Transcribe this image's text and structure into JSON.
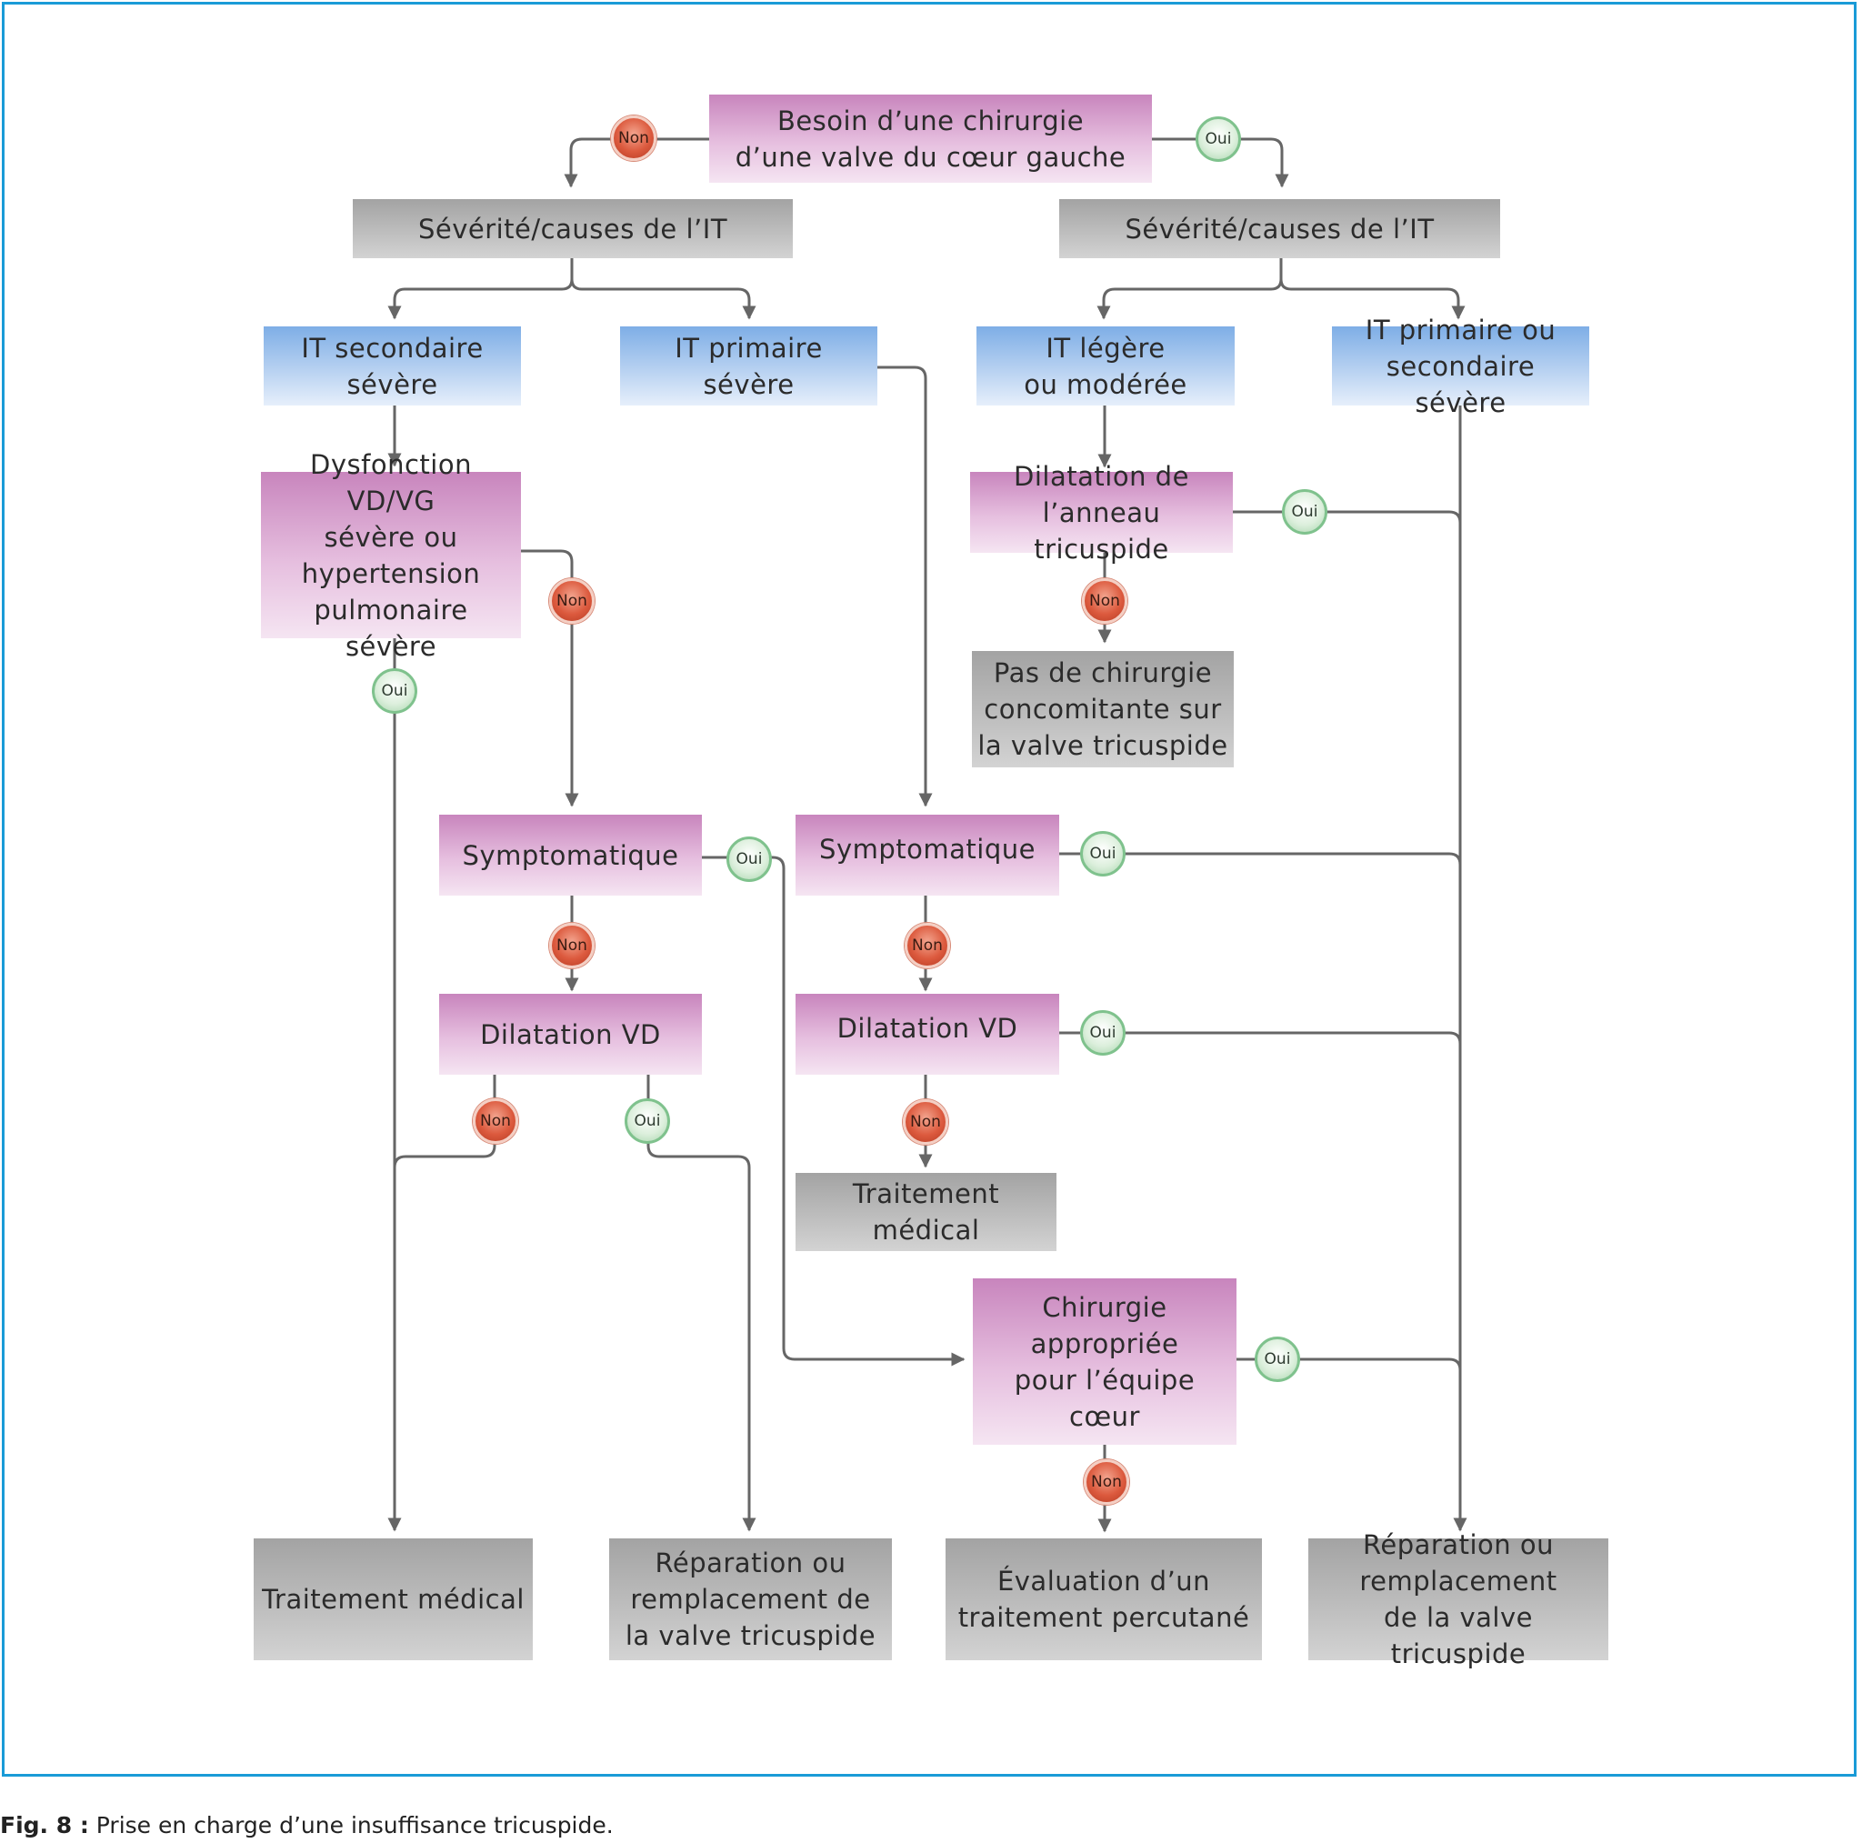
{
  "nodes": {
    "need_surgery": "Besoin d’une chirurgie\nd’une valve du cœur gauche",
    "severity_left": "Sévérité/causes de l’IT",
    "severity_right": "Sévérité/causes de l’IT",
    "it_secondary_severe": "IT secondaire\nsévère",
    "it_primary_severe": "IT primaire\nsévère",
    "it_mild_moderate": "IT légère\nou modérée",
    "it_primary_or_secondary": "IT primaire ou\nsecondaire sévère",
    "dysfunction": "Dysfonction VD/VG\nsévère ou\nhypertension\npulmonaire sévère",
    "annulus_dilation": "Dilatation de\nl’anneau tricuspide",
    "no_concomitant_surgery": "Pas de chirurgie\nconcomitante sur\nla valve tricuspide",
    "symptomatic_left": "Symptomatique",
    "symptomatic_mid": "Symptomatique",
    "rv_dilation_left": "Dilatation VD",
    "rv_dilation_mid": "Dilatation VD",
    "medical_treatment_mid": "Traitement médical",
    "surgery_appropriate": "Chirurgie\nappropriée\npour l’équipe\ncœur",
    "medical_treatment_bottom": "Traitement médical",
    "repair_replace_left": "Réparation ou\nremplacement de\nla valve tricuspide",
    "percutaneous_eval": "Évaluation d’un\ntraitement percutané",
    "repair_replace_right": "Réparation ou\nremplacement\nde la valve tricuspide"
  },
  "labels": {
    "yes": "Oui",
    "no": "Non"
  },
  "caption": {
    "prefix": "Fig. 8 :",
    "text": " Prise en charge d’une insuffisance tricuspide."
  },
  "colors": {
    "frame": "#1a9bd7",
    "line": "#666666"
  }
}
